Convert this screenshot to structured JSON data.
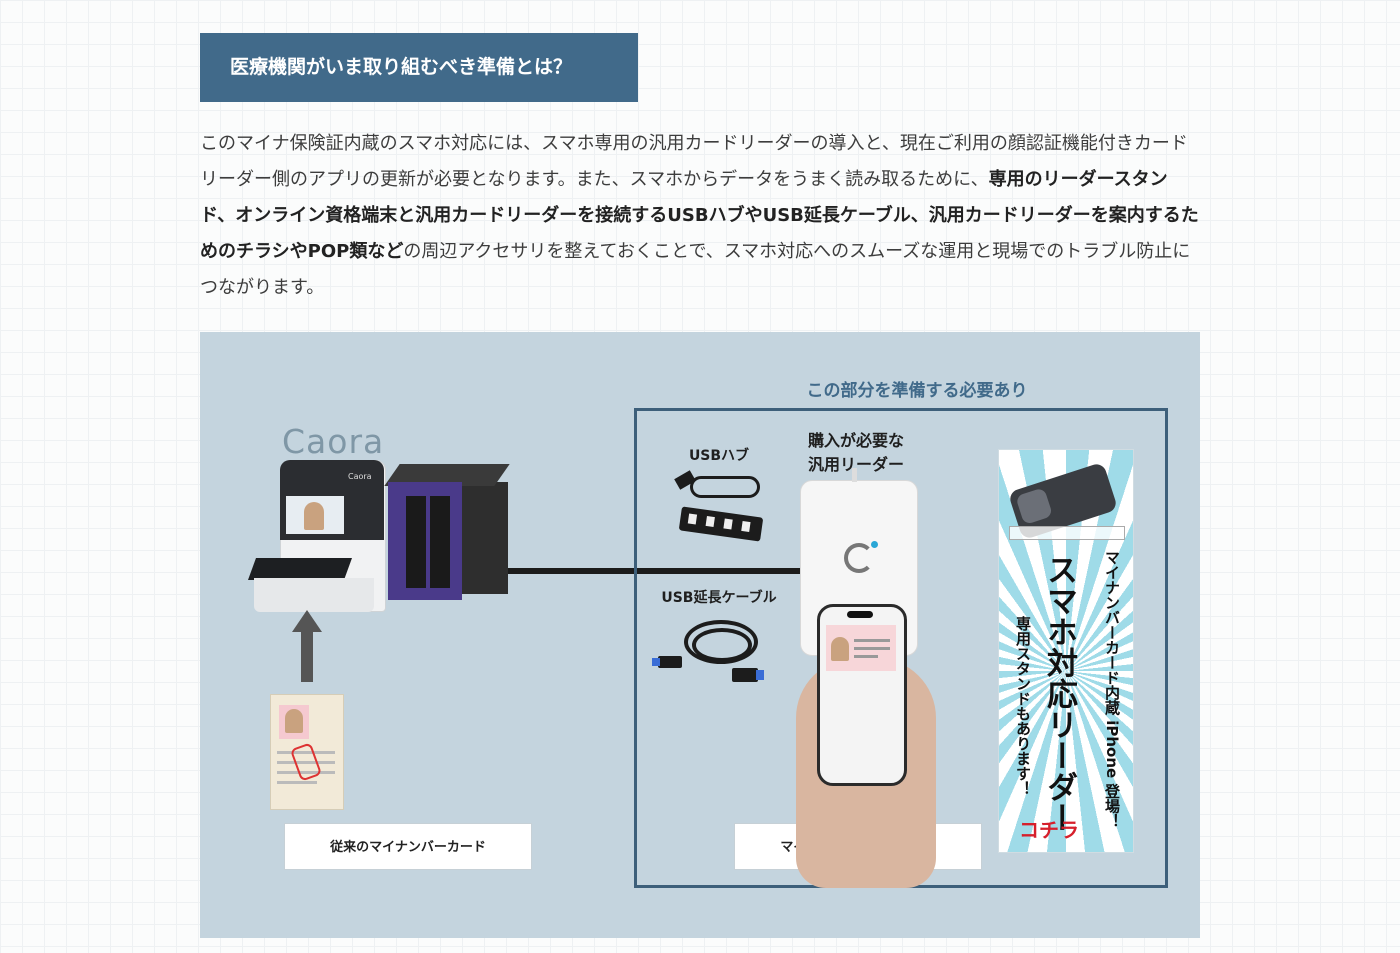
{
  "heading": "医療機関がいま取り組むべき準備とは？",
  "paragraph": {
    "part1": "このマイナ保険証内蔵のスマホ対応には、スマホ専用の汎用カードリーダーの導入と、現在ご利用の顔認証機能付きカードリーダー側のアプリの更新が必要となります。また、スマホからデータをうまく読み取るために、",
    "bold": "専用のリーダースタンド、オンライン資格端末と汎用カードリーダーを接続するUSBハブやUSB延長ケーブル、汎用カードリーダーを案内するためのチラシやPOP類など",
    "part2": "の周辺アクセサリを整えておくことで、スマホ対応へのスムーズな運用と現場でのトラブル防止につながります。"
  },
  "figure": {
    "prep_caption": "この部分を準備する必要あり",
    "brand": "Caora",
    "kiosk_brand_small": "Caora",
    "usb_hub_label": "USBハブ",
    "usb_ext_label": "USB延長ケーブル",
    "reader_label_line1": "購入が必要な",
    "reader_label_line2": "汎用リーダー",
    "label_old_card": "従来のマイナンバーカード",
    "label_smartphone": "マイナ保険証搭載のスマホ",
    "banner": {
      "line_right": "マイナンバーカード内蔵 iPhone 登場！",
      "line_main": "スマホ対応リーダー",
      "line_left": "専用スタンドもあります！",
      "line_cta": "コチラ"
    }
  },
  "colors": {
    "heading_bg": "#416a8a",
    "figure_bg": "#c4d4de",
    "frame": "#3d5f7a",
    "cta": "#d6202c"
  }
}
